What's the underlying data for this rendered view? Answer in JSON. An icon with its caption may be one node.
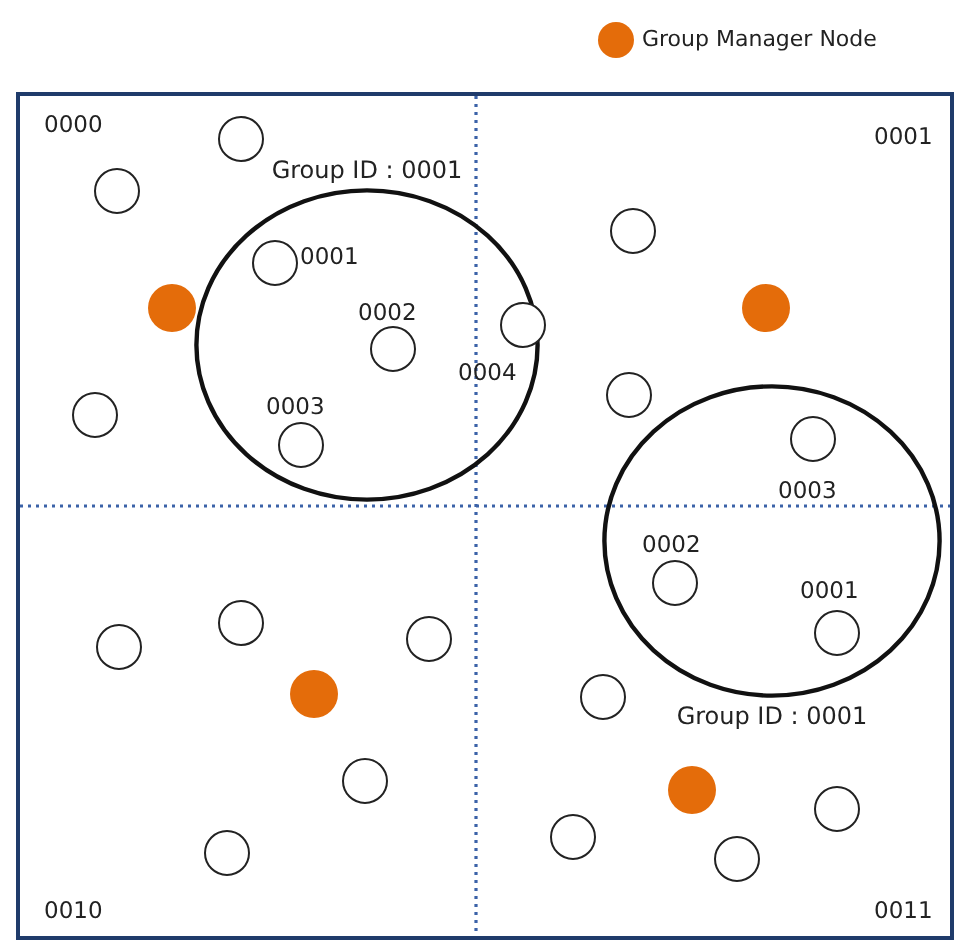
{
  "diagram": {
    "nodes": [
      {
        "text": [],
        "shape": "circle"
      },
      {
        "text": [
          "Group ID : 0001"
        ]
      },
      {
        "text": [],
        "shape": "circle"
      },
      {
        "text": [],
        "shape": "circle"
      },
      {
        "text": [],
        "shape": "circle",
        "in": 1,
        "beside": [
          "0001"
        ]
      },
      {
        "text": [],
        "shape": "dot"
      },
      {
        "text": [],
        "shape": "circle",
        "beside": [
          "0004"
        ]
      },
      {
        "text": [],
        "shape": "dot"
      },
      {
        "text": [],
        "shape": "circle",
        "in": 1,
        "beside": [
          "0002"
        ]
      },
      {
        "text": [],
        "shape": "circle"
      },
      {
        "text": [],
        "shape": "circle"
      },
      {
        "text": [
          "Group ID : 0001"
        ]
      },
      {
        "text": [],
        "shape": "circle",
        "in": 11,
        "beside": [
          "0003"
        ]
      },
      {
        "text": [],
        "shape": "circle",
        "in": 1,
        "beside": [
          "0003"
        ]
      },
      {
        "text": [],
        "shape": "circle",
        "in": 11,
        "beside": [
          "0002"
        ]
      },
      {
        "text": [],
        "shape": "circle",
        "in": 11,
        "beside": [
          "0001"
        ]
      },
      {
        "text": [],
        "shape": "circle"
      },
      {
        "text": [],
        "shape": "circle"
      },
      {
        "text": [],
        "shape": "circle"
      },
      {
        "text": [],
        "shape": "dot"
      },
      {
        "text": [],
        "shape": "circle"
      },
      {
        "text": [],
        "shape": "circle"
      },
      {
        "text": [],
        "shape": "dot"
      },
      {
        "text": [],
        "shape": "circle"
      },
      {
        "text": [],
        "shape": "circle"
      },
      {
        "text": [],
        "shape": "circle"
      },
      {
        "text": [],
        "shape": "circle"
      }
    ],
    "labels": [
      "0000",
      "0001",
      "0010",
      "0011"
    ],
    "legend": [
      {
        "text": "Group Manager Node",
        "color": "#e46c0a"
      }
    ]
  }
}
